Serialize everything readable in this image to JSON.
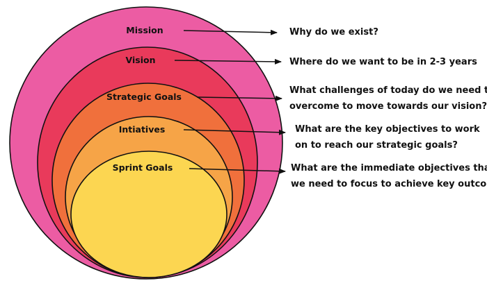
{
  "layers": [
    {
      "id": "mission",
      "label": "Mission",
      "color": "#EC5CA3",
      "question": [
        "Why do we exist?"
      ]
    },
    {
      "id": "vision",
      "label": "Vision",
      "color": "#E93A5B",
      "question": [
        "Where do we want to be in 2-3 years"
      ]
    },
    {
      "id": "strategic-goals",
      "label": "Strategic Goals",
      "color": "#F0703C",
      "question": [
        "What challenges of today do we need to",
        "overcome to move towards our vision?"
      ]
    },
    {
      "id": "initiatives",
      "label": "Intiatives",
      "color": "#F6A447",
      "question": [
        "What are the key objectives to work",
        "on to reach our strategic goals?"
      ]
    },
    {
      "id": "sprint-goals",
      "label": "Sprint Goals",
      "color": "#FCD651",
      "question": [
        "What are the immediate objectives that",
        "we need to focus to achieve key outcomes?"
      ]
    }
  ]
}
